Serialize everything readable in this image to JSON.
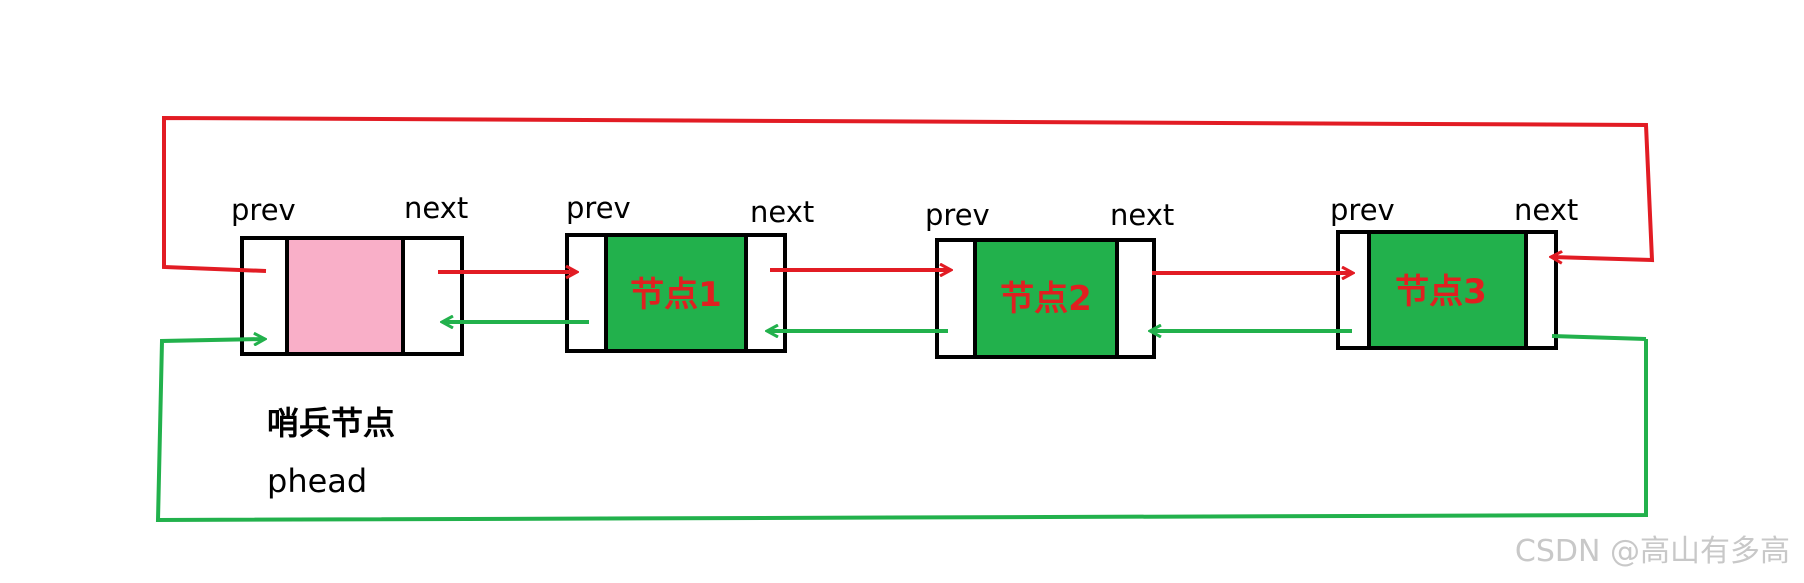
{
  "labels": {
    "prev": "prev",
    "next": "next"
  },
  "sentinel": {
    "title": "哨兵节点",
    "name": "phead"
  },
  "nodes": [
    {
      "label": "节点1"
    },
    {
      "label": "节点2"
    },
    {
      "label": "节点3"
    }
  ],
  "watermark": "CSDN @高山有多高",
  "colors": {
    "sentinel_fill": "#f9afc8",
    "node_fill": "#22b14c",
    "node_text": "#e02020",
    "next_arrow": "#e21c24",
    "prev_arrow": "#22b14c",
    "border": "#000000"
  }
}
